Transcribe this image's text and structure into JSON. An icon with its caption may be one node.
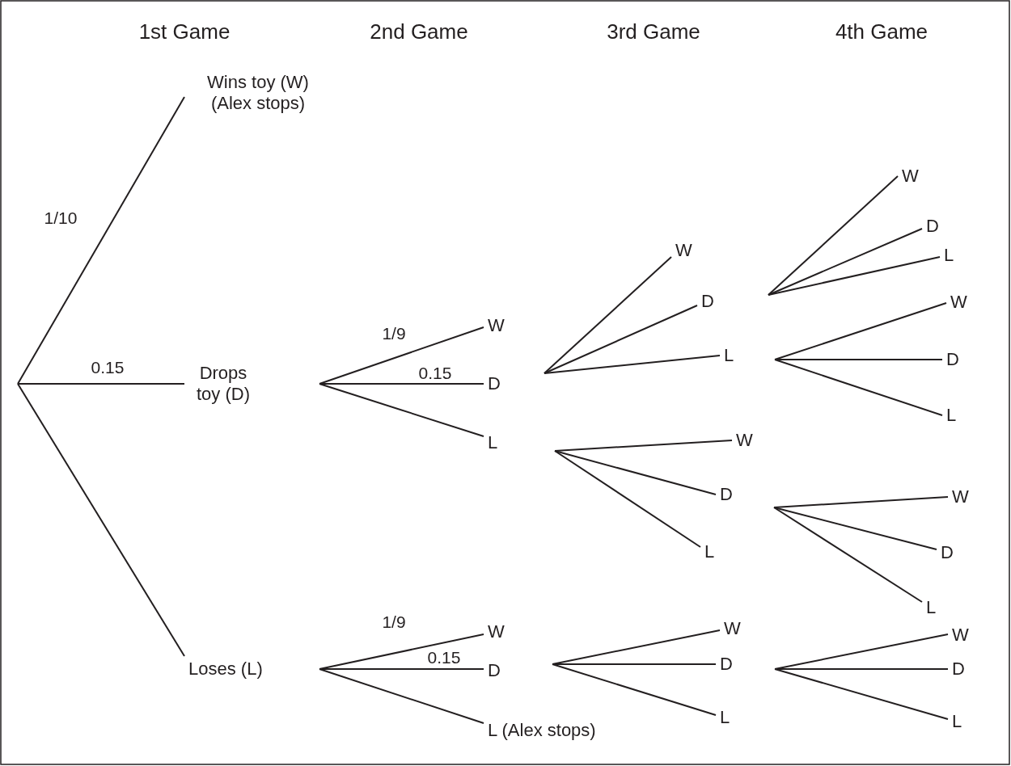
{
  "diagram": {
    "nodes": [
      {
        "text": [
          "Wins toy (W) (Alex stops)"
        ]
      },
      {
        "text": [
          "Drops toy (D)"
        ]
      },
      {
        "text": [
          "Loses (L)"
        ]
      },
      {
        "text": [
          "W"
        ]
      },
      {
        "text": [
          "D"
        ]
      },
      {
        "text": [
          "L"
        ]
      },
      {
        "text": [
          "W"
        ]
      },
      {
        "text": [
          "D"
        ]
      },
      {
        "text": [
          "L"
        ]
      },
      {
        "text": [
          "W"
        ]
      },
      {
        "text": [
          "D"
        ]
      },
      {
        "text": [
          "L"
        ]
      },
      {
        "text": [
          "W"
        ]
      },
      {
        "text": [
          "D"
        ]
      },
      {
        "text": [
          "L"
        ]
      },
      {
        "text": [
          "W"
        ]
      },
      {
        "text": [
          "D"
        ]
      },
      {
        "text": [
          "L"
        ]
      },
      {
        "text": [
          "W"
        ]
      },
      {
        "text": [
          "D"
        ]
      },
      {
        "text": [
          "L"
        ]
      },
      {
        "text": [
          "W"
        ]
      },
      {
        "text": [
          "D"
        ]
      },
      {
        "text": [
          "L (Alex stops)"
        ]
      },
      {
        "text": [
          "W"
        ]
      },
      {
        "text": [
          "D"
        ]
      },
      {
        "text": [
          "L"
        ]
      },
      {
        "text": [
          "W"
        ]
      },
      {
        "text": [
          "D"
        ]
      },
      {
        "text": [
          "L"
        ]
      }
    ],
    "edges": [
      {
        "from": null,
        "to": 0,
        "arrow": "none",
        "label": "1/10"
      },
      {
        "from": null,
        "to": 1,
        "arrow": "none",
        "label": "0.15"
      },
      {
        "from": null,
        "to": 2,
        "arrow": "none"
      },
      {
        "from": 1,
        "to": 3,
        "arrow": "none",
        "label": "1/9"
      },
      {
        "from": 1,
        "to": 4,
        "arrow": "none",
        "label": "0.15"
      },
      {
        "from": 1,
        "to": 5,
        "arrow": "none"
      },
      {
        "from": 4,
        "to": 6,
        "arrow": "none"
      },
      {
        "from": 4,
        "to": 7,
        "arrow": "none"
      },
      {
        "from": 4,
        "to": 8,
        "arrow": "none"
      },
      {
        "from": 5,
        "to": 9,
        "arrow": "none"
      },
      {
        "from": 5,
        "to": 10,
        "arrow": "none"
      },
      {
        "from": 5,
        "to": 11,
        "arrow": "none"
      },
      {
        "from": 7,
        "to": 12,
        "arrow": "none"
      },
      {
        "from": 7,
        "to": 13,
        "arrow": "none"
      },
      {
        "from": 7,
        "to": 14,
        "arrow": "none"
      },
      {
        "from": 8,
        "to": 15,
        "arrow": "none"
      },
      {
        "from": 8,
        "to": 16,
        "arrow": "none"
      },
      {
        "from": 8,
        "to": 17,
        "arrow": "none"
      },
      {
        "from": 10,
        "to": 18,
        "arrow": "none"
      },
      {
        "from": 10,
        "to": 19,
        "arrow": "none"
      },
      {
        "from": 10,
        "to": 20,
        "arrow": "none"
      },
      {
        "from": 2,
        "to": 21,
        "arrow": "none",
        "label": "1/9"
      },
      {
        "from": 2,
        "to": 22,
        "arrow": "none",
        "label": "0.15"
      },
      {
        "from": 2,
        "to": 23,
        "arrow": "none"
      },
      {
        "from": 22,
        "to": 24,
        "arrow": "none"
      },
      {
        "from": 22,
        "to": 25,
        "arrow": "none"
      },
      {
        "from": 22,
        "to": 26,
        "arrow": "none"
      },
      {
        "from": 25,
        "to": 27,
        "arrow": "none"
      },
      {
        "from": 25,
        "to": 28,
        "arrow": "none"
      },
      {
        "from": 25,
        "to": 29,
        "arrow": "none"
      }
    ],
    "labels": [
      "1st Game",
      "2nd Game",
      "3rd Game",
      "4th Game"
    ]
  }
}
